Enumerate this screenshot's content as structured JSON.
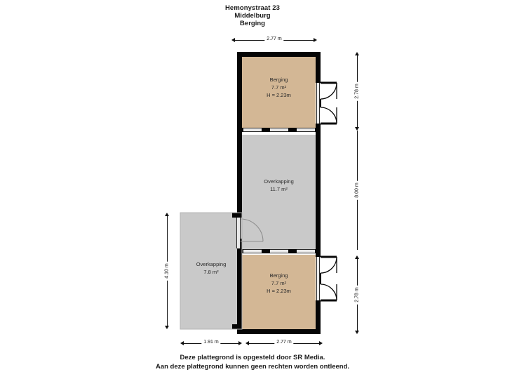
{
  "title": {
    "street": "Hemonystraat 23",
    "city": "Middelburg",
    "subject": "Berging"
  },
  "footer": {
    "line1": "Deze plattegrond is opgesteld door SR Media.",
    "line2": "Aan deze plattegrond kunnen geen rechten worden ontleend."
  },
  "rooms": [
    {
      "id": "berging-top",
      "name": "Berging",
      "area": "7.7 m²",
      "height": "H = 2.23m",
      "fill": "#d3b795"
    },
    {
      "id": "overkapping-mid",
      "name": "Overkapping",
      "area": "11.7 m²",
      "height": "",
      "fill": "#c9c9c9"
    },
    {
      "id": "overkapping-left",
      "name": "Overkapping",
      "area": "7.8 m²",
      "height": "",
      "fill": "#c9c9c9"
    },
    {
      "id": "berging-bottom",
      "name": "Berging",
      "area": "7.7 m²",
      "height": "H = 2.23m",
      "fill": "#d3b795"
    }
  ],
  "dimensions": {
    "top": "2.77 m",
    "right_top": "2.78 m",
    "right_total": "8.00 m",
    "right_bottom": "2.78 m",
    "left": "4.10 m",
    "bottom_left": "1.91 m",
    "bottom_right": "2.77 m"
  },
  "colors": {
    "wall": "#050505",
    "room_tan": "#d3b795",
    "room_grey": "#c9c9c9",
    "opening": "#e9e9e9",
    "text": "#1a1a1a",
    "background": "#ffffff"
  }
}
